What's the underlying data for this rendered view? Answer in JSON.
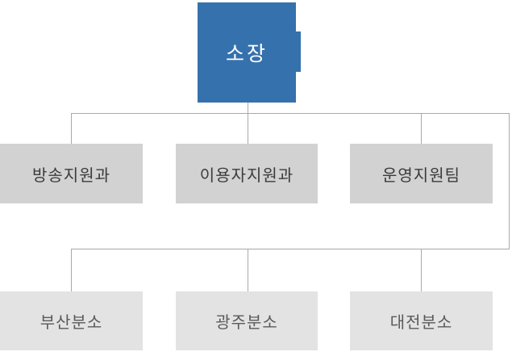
{
  "org_chart": {
    "root": {
      "label": "소장"
    },
    "departments": [
      {
        "label": "방송지원과"
      },
      {
        "label": "이용자지원과"
      },
      {
        "label": "운영지원팀"
      }
    ],
    "branches": [
      {
        "label": "부산분소"
      },
      {
        "label": "광주분소"
      },
      {
        "label": "대전분소"
      }
    ],
    "colors": {
      "root_bg": "#3571ac",
      "root_text": "#ffffff",
      "dept_bg": "#d2d2d2",
      "dept_text": "#3b3b3b",
      "branch_bg": "#e3e3e3",
      "branch_text": "#5a5a5a",
      "connector": "#a9a9a9",
      "page_bg": "#ffffff"
    }
  }
}
